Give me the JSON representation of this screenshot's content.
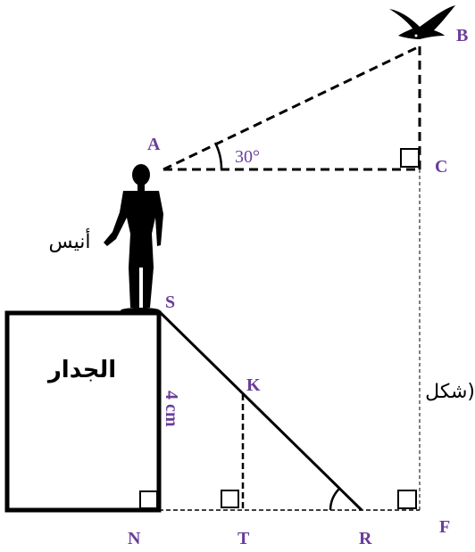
{
  "points": {
    "A": "A",
    "B": "B",
    "C": "C",
    "S": "S",
    "K": "K",
    "N": "N",
    "T": "T",
    "R": "R",
    "F": "F"
  },
  "angle_label": "30°",
  "wall_label": "الجدار",
  "person_label": "أنيس",
  "side_measure": "4 cm",
  "clipped_text": "شكل)",
  "colors": {
    "labels": "#6a3d9a",
    "lines": "#000000"
  }
}
